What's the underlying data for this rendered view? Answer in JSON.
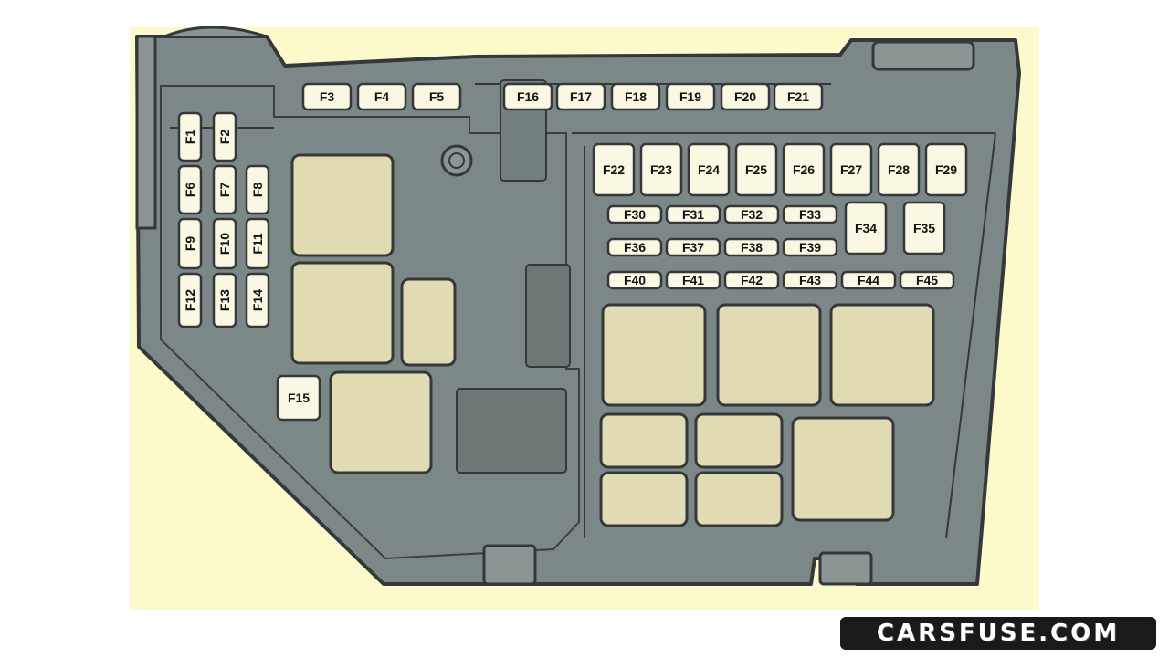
{
  "diagram": {
    "fuses": {
      "F1": "F1",
      "F2": "F2",
      "F3": "F3",
      "F4": "F4",
      "F5": "F5",
      "F6": "F6",
      "F7": "F7",
      "F8": "F8",
      "F9": "F9",
      "F10": "F10",
      "F11": "F11",
      "F12": "F12",
      "F13": "F13",
      "F14": "F14",
      "F15": "F15",
      "F16": "F16",
      "F17": "F17",
      "F18": "F18",
      "F19": "F19",
      "F20": "F20",
      "F21": "F21",
      "F22": "F22",
      "F23": "F23",
      "F24": "F24",
      "F25": "F25",
      "F26": "F26",
      "F27": "F27",
      "F28": "F28",
      "F29": "F29",
      "F30": "F30",
      "F31": "F31",
      "F32": "F32",
      "F33": "F33",
      "F34": "F34",
      "F35": "F35",
      "F36": "F36",
      "F37": "F37",
      "F38": "F38",
      "F39": "F39",
      "F40": "F40",
      "F41": "F41",
      "F42": "F42",
      "F43": "F43",
      "F44": "F44",
      "F45": "F45"
    }
  },
  "watermark": {
    "text": "CARSFUSE.COM"
  },
  "colors": {
    "background": "#fcfacb",
    "housing": "#7c8887",
    "outline": "#34383b",
    "fuse": "#faf7e2",
    "relay": "#e0dbb2"
  }
}
